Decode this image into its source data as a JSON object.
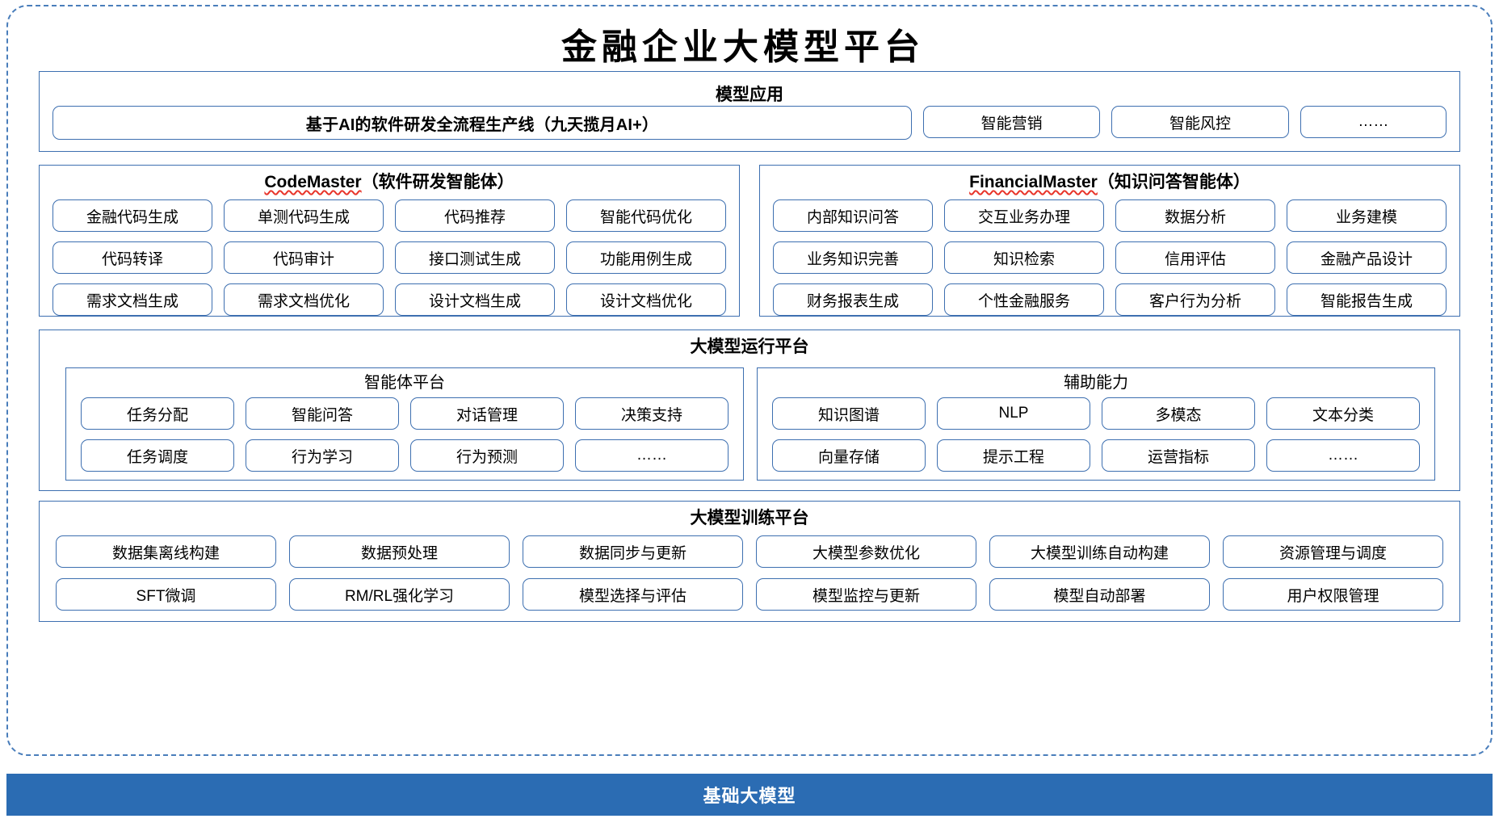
{
  "page": {
    "title": "金融企业大模型平台"
  },
  "model_application": {
    "title": "模型应用",
    "banner": "基于AI的软件研发全流程生产线（九天揽月AI+）",
    "items": [
      "智能营销",
      "智能风控",
      "……"
    ]
  },
  "code_master": {
    "name": "CodeMaster",
    "subtitle": "（软件研发智能体）",
    "items": [
      "金融代码生成",
      "单测代码生成",
      "代码推荐",
      "智能代码优化",
      "代码转译",
      "代码审计",
      "接口测试生成",
      "功能用例生成",
      "需求文档生成",
      "需求文档优化",
      "设计文档生成",
      "设计文档优化"
    ]
  },
  "financial_master": {
    "name": "FinancialMaster",
    "subtitle": "（知识问答智能体）",
    "items": [
      "内部知识问答",
      "交互业务办理",
      "数据分析",
      "业务建模",
      "业务知识完善",
      "知识检索",
      "信用评估",
      "金融产品设计",
      "财务报表生成",
      "个性金融服务",
      "客户行为分析",
      "智能报告生成"
    ]
  },
  "runtime_platform": {
    "title": "大模型运行平台",
    "agent_platform": {
      "title": "智能体平台",
      "items": [
        "任务分配",
        "智能问答",
        "对话管理",
        "决策支持",
        "任务调度",
        "行为学习",
        "行为预测",
        "……"
      ]
    },
    "auxiliary": {
      "title": "辅助能力",
      "items": [
        "知识图谱",
        "NLP",
        "多模态",
        "文本分类",
        "向量存储",
        "提示工程",
        "运营指标",
        "……"
      ]
    }
  },
  "training_platform": {
    "title": "大模型训练平台",
    "items": [
      "数据集离线构建",
      "数据预处理",
      "数据同步与更新",
      "大模型参数优化",
      "大模型训练自动构建",
      "资源管理与调度",
      "SFT微调",
      "RM/RL强化学习",
      "模型选择与评估",
      "模型监控与更新",
      "模型自动部署",
      "用户权限管理"
    ]
  },
  "base_model": {
    "label": "基础大模型"
  },
  "colors": {
    "accent_border": "#3d6fb0",
    "dashed_frame": "#4a7ebb",
    "base_bar_bg": "#2b6cb3",
    "spellcheck": "#e8342a"
  }
}
